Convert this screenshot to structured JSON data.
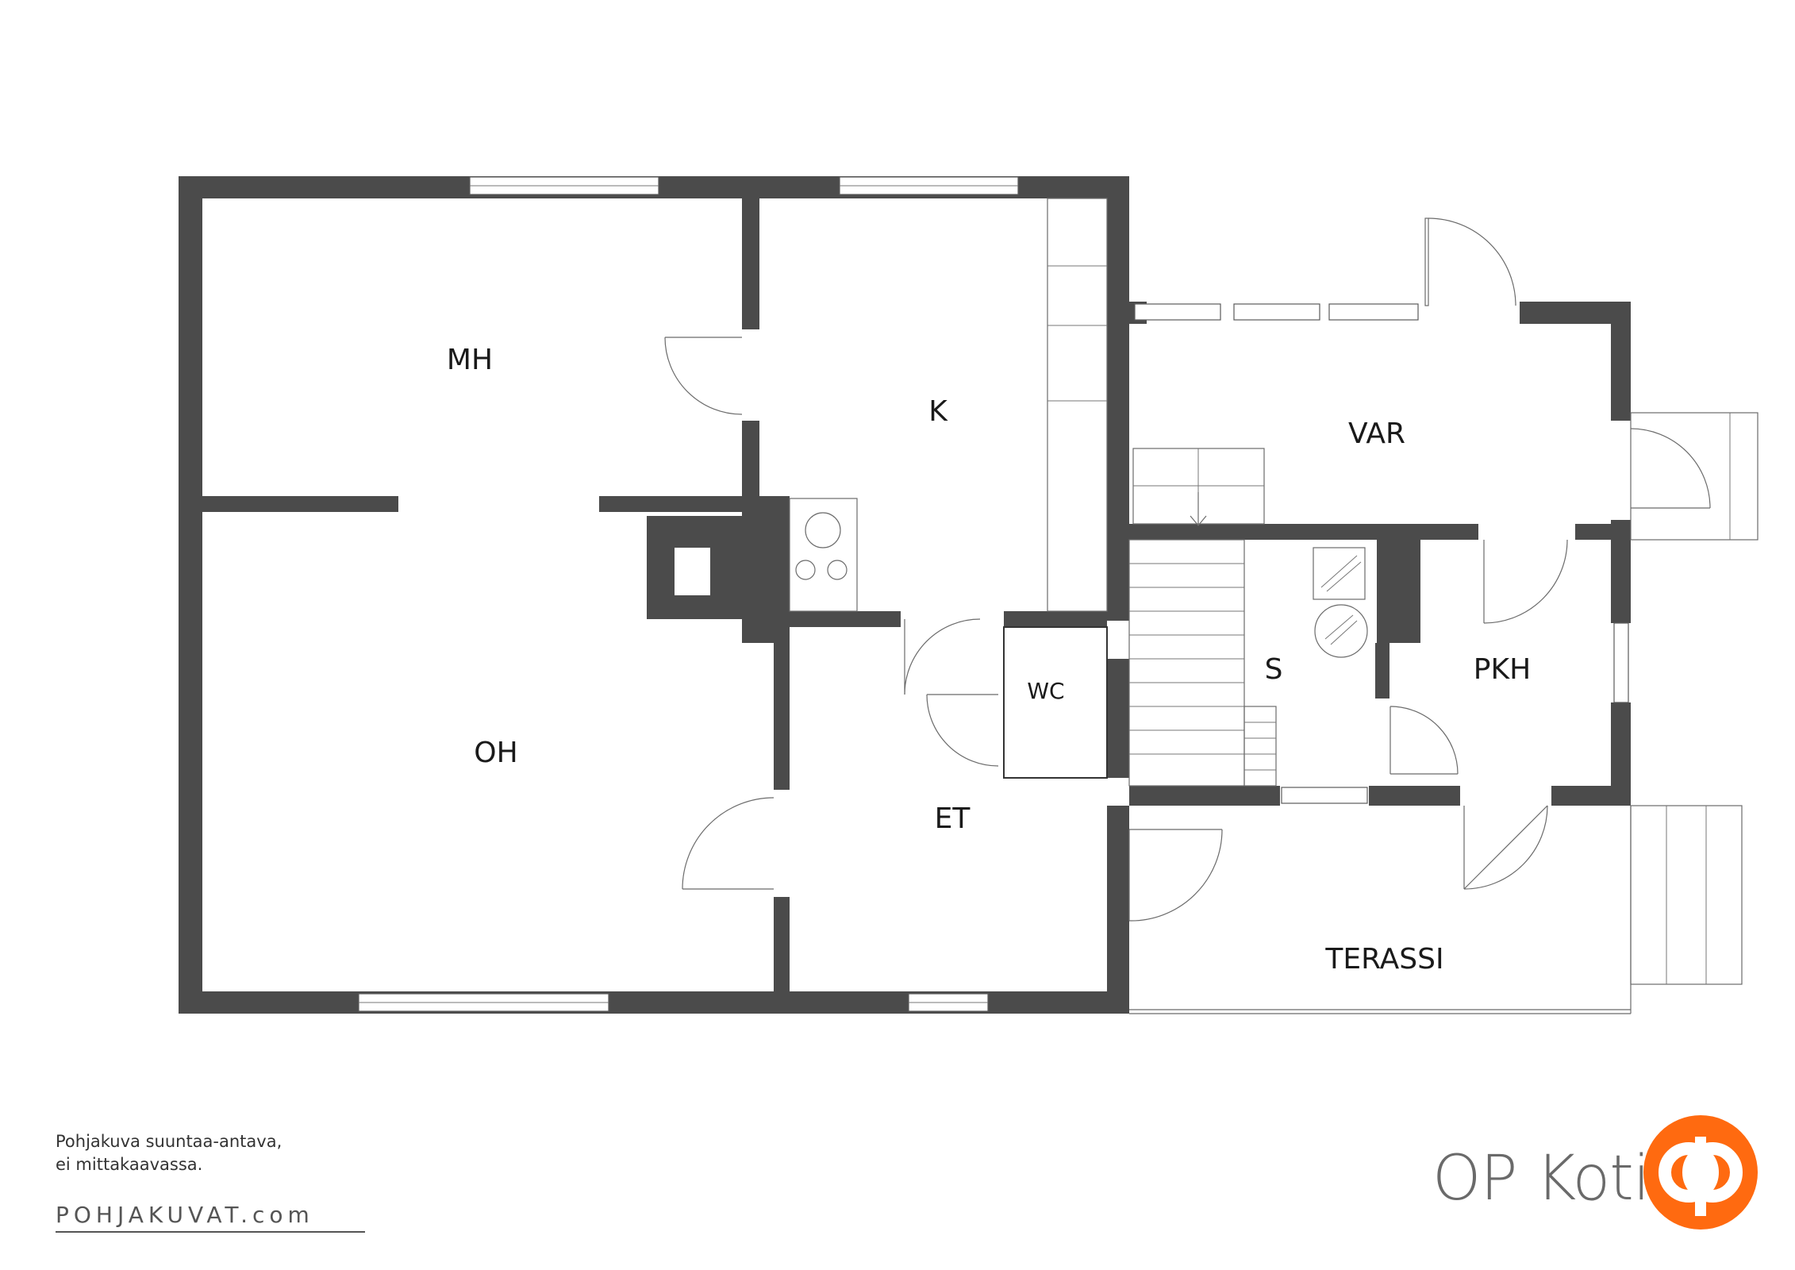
{
  "rooms": {
    "mh": "MH",
    "k": "K",
    "var": "VAR",
    "oh": "OH",
    "wc": "WC",
    "s": "S",
    "pkh": "PKH",
    "et": "ET",
    "terassi": "TERASSI"
  },
  "footer": {
    "note_line1": "Pohjakuva suuntaa-antava,",
    "note_line2": "ei mittakaavassa.",
    "pohjakuvat_text": "POHJAKUVAT.com",
    "brand": "OP Koti"
  },
  "colors": {
    "wall": "#4b4b4b",
    "logo_orange": "#ff6a10",
    "brand_gray": "#6a6a6a"
  },
  "icons": {
    "logo": "op-logo-icon"
  }
}
